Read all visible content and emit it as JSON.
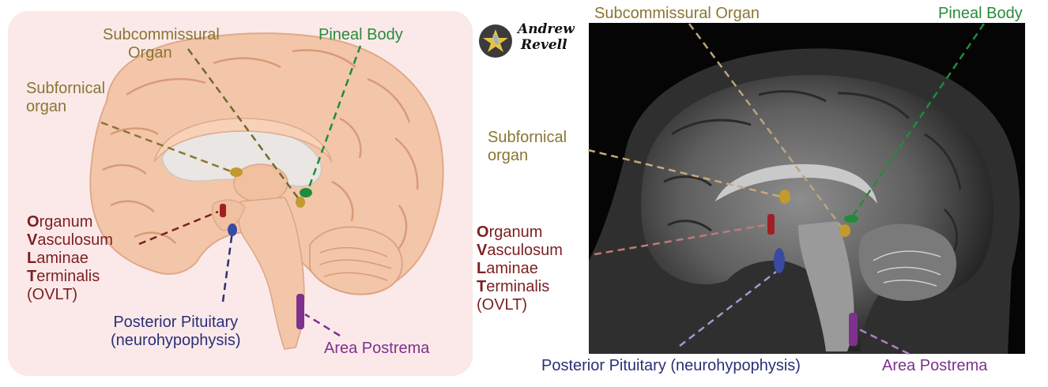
{
  "colors": {
    "subcommissural": "#c29a2e",
    "pineal": "#1f8c3a",
    "subfornical": "#c29a2e",
    "ovlt": "#a01f24",
    "posterior_pituitary": "#3a4aa0",
    "area_postrema": "#7d318d",
    "panel_background": "#fbe9e9",
    "brain_tissue": "#f3c6aa"
  },
  "logo": {
    "line1": "Andrew",
    "line2": "Revell",
    "icon": "star-logo-icon"
  },
  "left_labels": {
    "subcommissural": {
      "line1": "Subcommissural",
      "line2": "Organ"
    },
    "pineal": "Pineal Body",
    "subfornical": {
      "line1": "Subfornical",
      "line2": "organ"
    },
    "ovlt": [
      {
        "initial": "O",
        "rest": "rganum"
      },
      {
        "initial": "V",
        "rest": "asculosum"
      },
      {
        "initial": "L",
        "rest": "aminae"
      },
      {
        "initial": "T",
        "rest": "erminalis"
      }
    ],
    "ovlt_abbr": "(OVLT)",
    "posterior_pituitary": {
      "line1": "Posterior Pituitary",
      "line2": "(neurohypophysis)"
    },
    "area_postrema": "Area Postrema"
  },
  "right_labels": {
    "subcommissural": "Subcommissural Organ",
    "pineal": "Pineal Body",
    "subfornical": {
      "line1": "Subfornical",
      "line2": "organ"
    },
    "ovlt": [
      {
        "initial": "O",
        "rest": "rganum"
      },
      {
        "initial": "V",
        "rest": "asculosum"
      },
      {
        "initial": "L",
        "rest": "aminae"
      },
      {
        "initial": "T",
        "rest": "erminalis"
      }
    ],
    "ovlt_abbr": "(OVLT)",
    "posterior_pituitary": "Posterior Pituitary (neurohypophysis)",
    "area_postrema": "Area Postrema"
  }
}
